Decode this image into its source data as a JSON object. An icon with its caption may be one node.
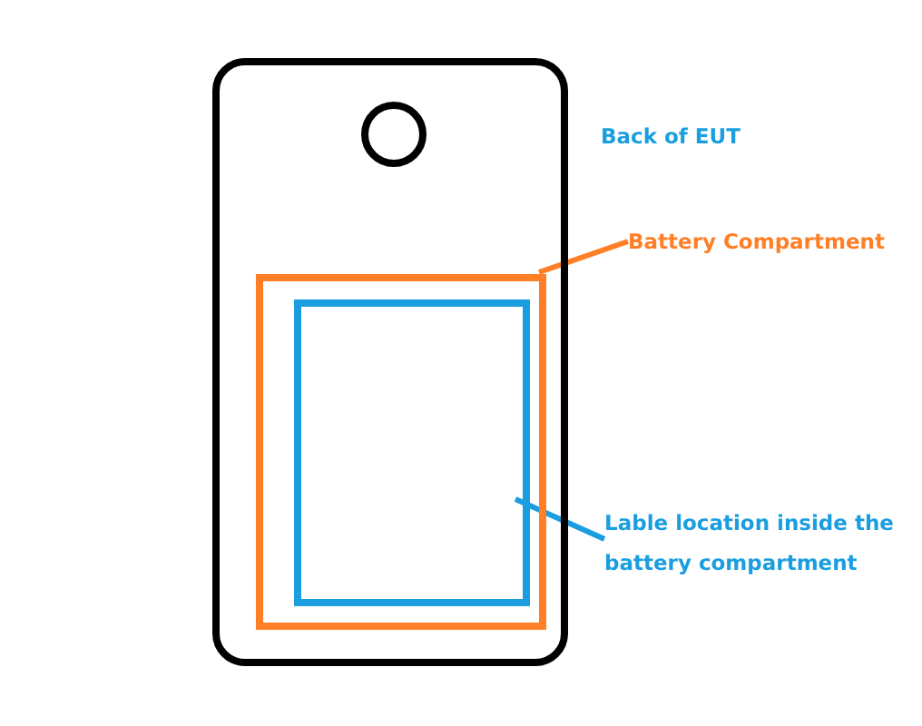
{
  "diagram": {
    "nodes": [
      {
        "text": [],
        "shape": "box"
      },
      {
        "text": [],
        "shape": "circle",
        "in": 0
      },
      {
        "text": [],
        "shape": "box",
        "in": 0
      },
      {
        "text": [],
        "shape": "box",
        "in": 2
      },
      {
        "text": [
          "Battery Compartment"
        ]
      },
      {
        "text": [
          "Lable location inside the battery compartment"
        ]
      }
    ],
    "edges": [
      {
        "from": 4,
        "to": 2,
        "arrow": "none",
        "color": "#ff7f27"
      },
      {
        "from": 5,
        "to": 3,
        "arrow": "none",
        "color": "#1a9ee0"
      }
    ],
    "labels": [
      "Back of EUT"
    ]
  }
}
